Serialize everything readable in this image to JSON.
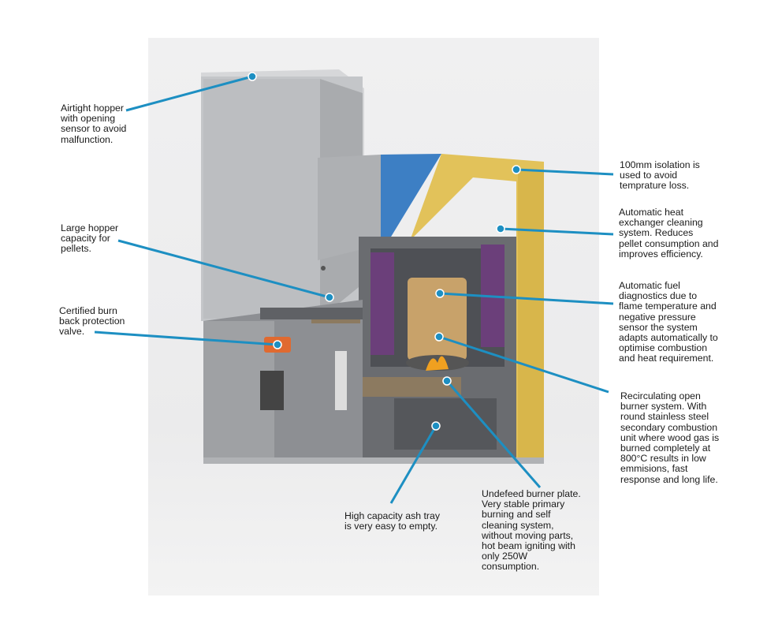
{
  "callouts": {
    "airtight_hopper": "Airtight hopper\nwith opening\nsensor to avoid\nmalfunction.",
    "large_hopper": "Large hopper\ncapacity for\npellets.",
    "burn_back": "Certified burn\nback protection\nvalve.",
    "isolation": "100mm isolation is\nused to avoid\ntemprature loss.",
    "heat_exchanger": "Automatic heat\nexchanger cleaning\nsystem. Reduces\npellet consumption and\nimproves efficiency.",
    "fuel_diagnostics": "Automatic fuel\ndiagnostics due to\nflame temperature and\nnegative pressure\nsensor the system\nadapts automatically to\noptimise combustion\nand heat requirement.",
    "recirculating": "Recirculating open\nburner system. With\nround stainless steel\nsecondary combustion\nunit where wood gas is\nburned completely at\n800°C results in low\nemmisions, fast\nresponse and long life.",
    "ash_tray": "High capacity ash tray\nis very easy to empty.",
    "burner_plate": "Undefeed burner plate.\nVery stable primary\nburning and self\ncleaning system,\nwithout moving parts,\nhot beam igniting with\nonly 250W\nconsumption."
  },
  "colors": {
    "callout_line": "#1d8fc2",
    "casing": "#b9bbbe",
    "accent_blue": "#3d7fc4",
    "insulation": "#e2c25a"
  }
}
